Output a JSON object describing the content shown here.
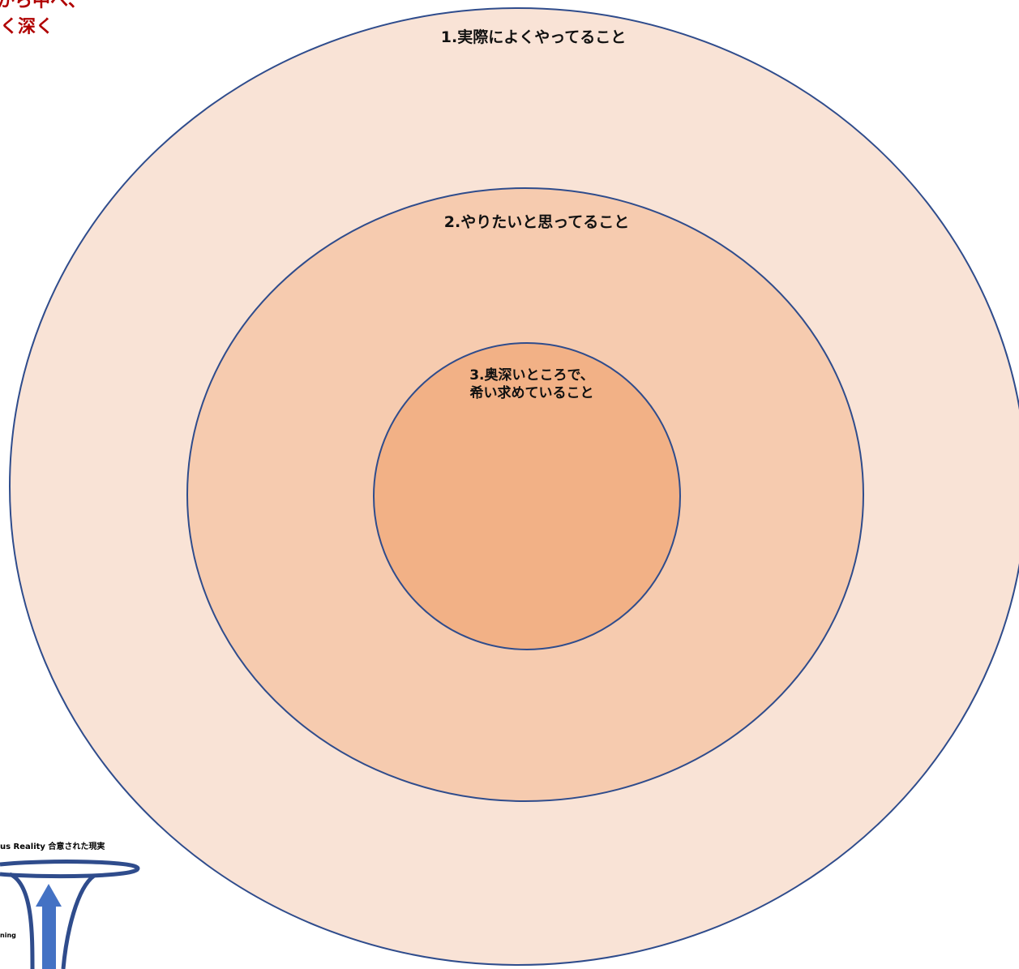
{
  "corner_note": {
    "line1": "から中へ、",
    "line2": "く深く"
  },
  "rings": {
    "outer": {
      "label": "1.実際によくやってること",
      "color": "#F9E3D6"
    },
    "middle": {
      "label": "2.やりたいと思ってること",
      "color": "#F6CBAF"
    },
    "inner": {
      "line1": "3.奥深いところで、",
      "line2": "希い求めていること",
      "color": "#F2B186"
    }
  },
  "stroke_color": "#2F4C8C",
  "funnel": {
    "top_label": "us Reality 合意された現実",
    "side_label": "ning",
    "arrow_color": "#4472C4",
    "outline_color": "#2F4C8C"
  }
}
